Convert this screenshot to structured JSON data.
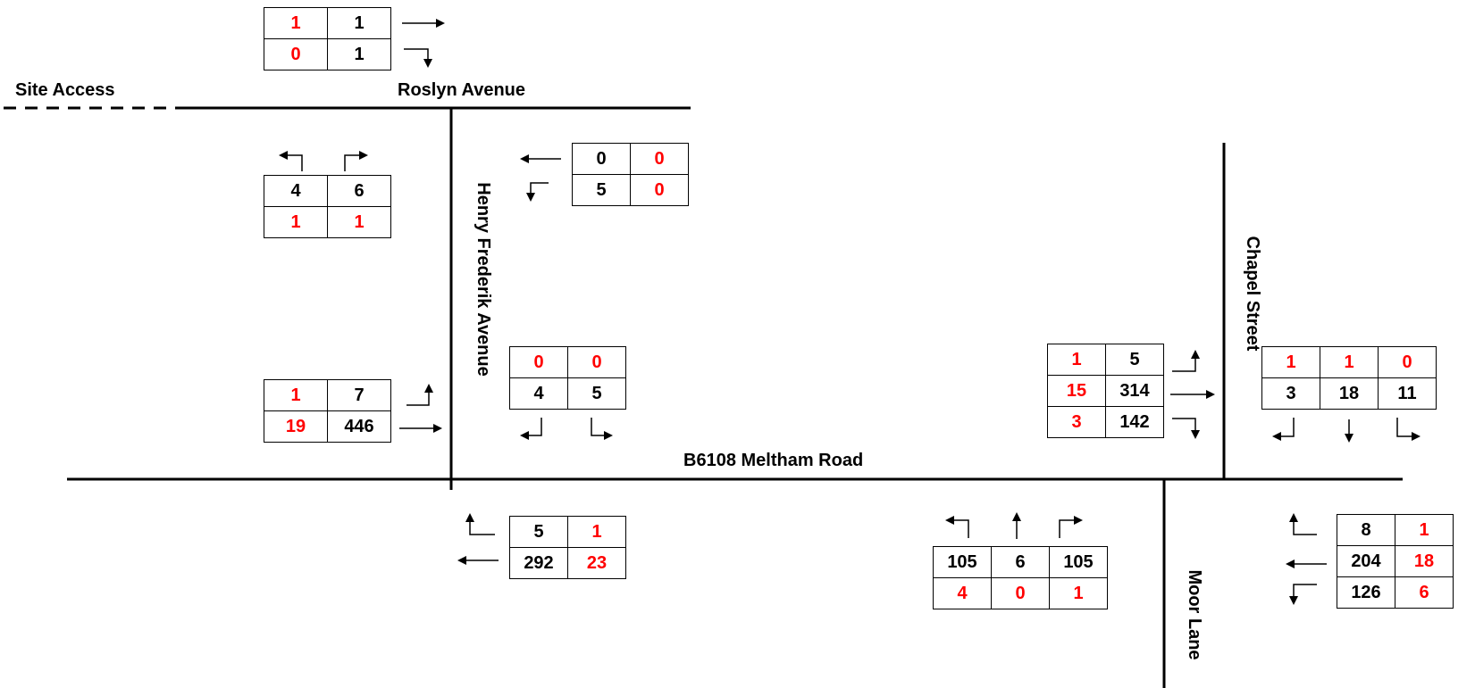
{
  "colors": {
    "road": "#000000",
    "count_primary": "#000000",
    "count_secondary": "#ff0000"
  },
  "labels": {
    "site_access": "Site Access",
    "roslyn_avenue": "Roslyn Avenue",
    "henry_frederik_avenue": "Henry Frederik Avenue",
    "chapel_street": "Chapel Street",
    "b6108": "B6108 Meltham Road",
    "moor_lane": "Moor Lane"
  },
  "counts": {
    "roslyn_top": {
      "ahead": {
        "secondary": "1",
        "primary": "1"
      },
      "right_turn_down": {
        "secondary": "0",
        "primary": "1"
      }
    },
    "hfa_north_left": {
      "left_turn": {
        "primary": "4",
        "secondary": "1"
      },
      "right_turn": {
        "primary": "6",
        "secondary": "1"
      }
    },
    "hfa_north_right": {
      "westbound": {
        "primary": "0",
        "secondary": "0"
      },
      "left_turn_down": {
        "primary": "5",
        "secondary": "0"
      }
    },
    "meltham_west_approach": {
      "left_turn_up": {
        "secondary": "1",
        "primary": "7"
      },
      "ahead_east": {
        "secondary": "19",
        "primary": "446"
      }
    },
    "hfa_south_approach": {
      "left_turn": {
        "secondary": "0",
        "primary": "4"
      },
      "right_turn": {
        "secondary": "0",
        "primary": "5"
      }
    },
    "meltham_east_approach_hfa": {
      "right_turn_up": {
        "primary": "5",
        "secondary": "1"
      },
      "ahead_west": {
        "primary": "292",
        "secondary": "23"
      }
    },
    "moor_lane_approach": {
      "left_turn": {
        "primary": "105",
        "secondary": "4"
      },
      "ahead": {
        "primary": "6",
        "secondary": "0"
      },
      "right_turn": {
        "primary": "105",
        "secondary": "1"
      }
    },
    "meltham_west_approach_chapel": {
      "left_turn_up": {
        "secondary": "1",
        "primary": "5"
      },
      "ahead_east": {
        "secondary": "15",
        "primary": "314"
      },
      "right_turn_down": {
        "secondary": "3",
        "primary": "142"
      }
    },
    "chapel_street_approach": {
      "left_turn": {
        "secondary": "1",
        "primary": "3"
      },
      "ahead": {
        "secondary": "1",
        "primary": "18"
      },
      "right_turn": {
        "secondary": "0",
        "primary": "11"
      }
    },
    "meltham_east_approach_moor": {
      "right_turn_up": {
        "primary": "8",
        "secondary": "1"
      },
      "ahead_west": {
        "primary": "204",
        "secondary": "18"
      },
      "left_turn_down": {
        "primary": "126",
        "secondary": "6"
      }
    }
  }
}
